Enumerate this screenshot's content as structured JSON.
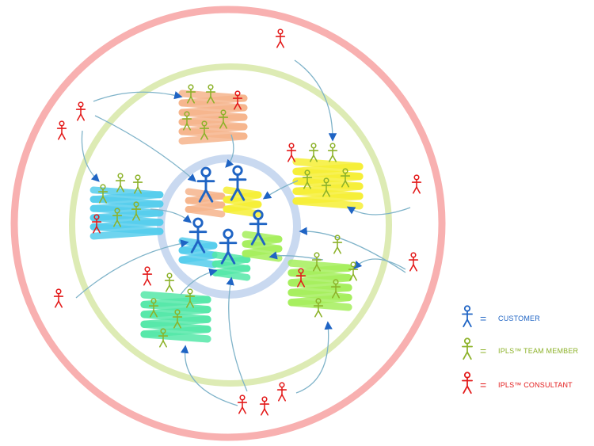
{
  "colors": {
    "outer_ring": "#f26d6d",
    "middle_ring": "#b9d66a",
    "inner_ring": "#9fbde6",
    "customer": "#1f64c4",
    "team_member": "#8db22a",
    "consultant": "#e31b1b",
    "arrow": "#7fb3c9",
    "patch_orange": "#f6b48c",
    "patch_yellow": "#f6ef35",
    "patch_cyan": "#55cdec",
    "patch_green": "#55e7a8",
    "patch_lime": "#a5ee5c"
  },
  "icons": {
    "customer": "stick-figure-icon",
    "team_member": "stick-figure-icon",
    "consultant": "stick-figure-icon"
  },
  "legend": {
    "customer_label": "CUSTOMER",
    "team_member_label": "IPLS™ TEAM MEMBER",
    "consultant_label": "IPLS™ CONSULTANT",
    "equals": "="
  }
}
